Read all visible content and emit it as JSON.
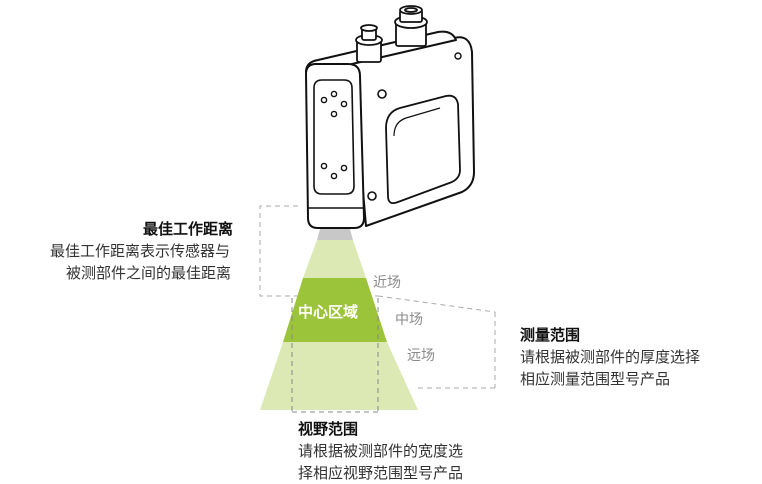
{
  "colors": {
    "sensor_body": "#ffffff",
    "sensor_outline": "#111111",
    "emitter": "#c8c8c8",
    "near_zone": "#dce9b5",
    "center_zone": "#9cc43a",
    "far_zone": "#dce9b5",
    "guide_lines": "#aaaaaa"
  },
  "best_distance": {
    "title": "最佳工作距离",
    "desc_line1": "最佳工作距离表示传感器与",
    "desc_line2": "被测部件之间的最佳距离"
  },
  "zones": {
    "near": "近场",
    "mid": "中场",
    "far": "远场",
    "center": "中心区域"
  },
  "measure_range": {
    "title": "测量范围",
    "desc_line1": "请根据被测部件的厚度选择",
    "desc_line2": "相应测量范围型号产品"
  },
  "view_range": {
    "title": "视野范围",
    "desc_line1": "请根据被测部件的宽度选",
    "desc_line2": "择相应视野范围型号产品"
  }
}
